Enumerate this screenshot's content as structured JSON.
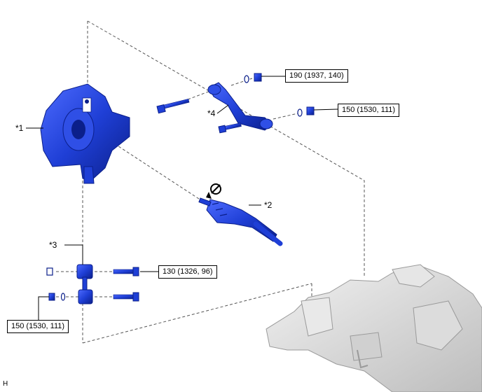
{
  "callouts": {
    "torque_upper_arm_front": "190 (1937, 140)",
    "torque_upper_arm_rear": "150 (1530, 111)",
    "torque_link_upper": "130 (1326, 96)",
    "torque_link_lower": "150 (1530, 111)"
  },
  "labels": {
    "knuckle": "*1",
    "drive_shaft": "*2",
    "stabilizer_link": "*3",
    "upper_arm": "*4",
    "corner_mark": "H"
  },
  "icons": {
    "no_reuse": "no-reuse-icon"
  },
  "colors": {
    "part_blue": "#1f3fd6",
    "part_blue_dark": "#0b1f8a",
    "ghost_gray": "#d9d9d9",
    "line": "#000000"
  }
}
